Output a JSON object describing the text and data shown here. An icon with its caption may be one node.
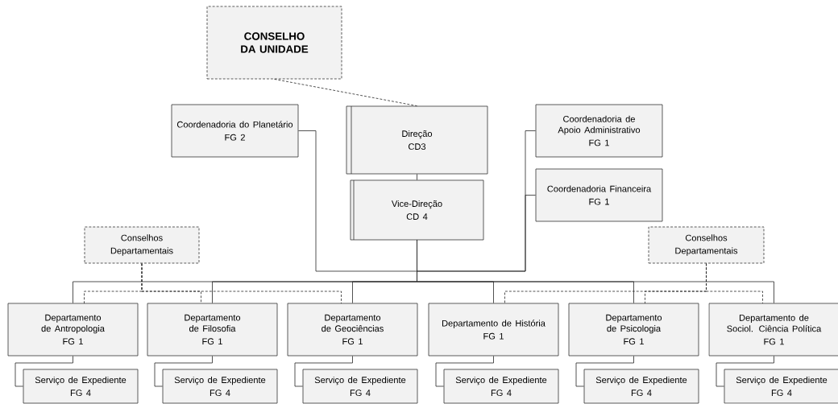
{
  "diagram": {
    "nodes": [
      {
        "text": [
          "CONSELHO DA UNIDADE"
        ]
      },
      {
        "text": [
          "Coordenadoria do Planetário",
          "FG 2"
        ]
      },
      {
        "text": [
          "Direção",
          "CD3"
        ]
      },
      {
        "text": [
          "Vice-Direção",
          "CD 4"
        ]
      },
      {
        "text": [
          "Coordenadoria de Apoio Administrativo",
          "FG 1"
        ]
      },
      {
        "text": [
          "Coordenadoria Financeira",
          "FG 1"
        ]
      },
      {
        "text": [
          "Conselhos Departamentais"
        ]
      },
      {
        "text": [
          "Conselhos Departamentais"
        ]
      },
      {
        "text": [
          "Departamento de Antropologia",
          "FG 1"
        ]
      },
      {
        "text": [
          "Departamento de Filosofia",
          "FG 1"
        ]
      },
      {
        "text": [
          "Departamento de Geociências",
          "FG 1"
        ]
      },
      {
        "text": [
          "Departamento de História",
          "FG 1"
        ]
      },
      {
        "text": [
          "Departamento de Psicologia",
          "FG 1"
        ]
      },
      {
        "text": [
          "Departamento de Sociol. Ciência Política",
          "FG 1"
        ]
      },
      {
        "text": [
          "Serviço de Expediente",
          "FG 4"
        ]
      },
      {
        "text": [
          "Serviço de Expediente",
          "FG 4"
        ]
      },
      {
        "text": [
          "Serviço de Expediente",
          "FG 4"
        ]
      },
      {
        "text": [
          "Serviço de Expediente",
          "FG 4"
        ]
      },
      {
        "text": [
          "Serviço de Expediente",
          "FG 4"
        ]
      },
      {
        "text": [
          "Serviço de Expediente",
          "FG 4"
        ]
      }
    ],
    "edges": [
      {
        "from": 0,
        "to": 2,
        "arrow": "none",
        "style": "dashed"
      },
      {
        "from": 2,
        "to": 3,
        "arrow": "none"
      },
      {
        "from": 3,
        "to": 1,
        "arrow": "none"
      },
      {
        "from": 3,
        "to": 4,
        "arrow": "none"
      },
      {
        "from": 3,
        "to": 5,
        "arrow": "none"
      },
      {
        "from": 3,
        "to": 8,
        "arrow": "none"
      },
      {
        "from": 3,
        "to": 9,
        "arrow": "none"
      },
      {
        "from": 3,
        "to": 10,
        "arrow": "none"
      },
      {
        "from": 3,
        "to": 11,
        "arrow": "none"
      },
      {
        "from": 3,
        "to": 12,
        "arrow": "none"
      },
      {
        "from": 3,
        "to": 13,
        "arrow": "none"
      },
      {
        "from": 6,
        "to": 8,
        "arrow": "none",
        "style": "dashed"
      },
      {
        "from": 6,
        "to": 9,
        "arrow": "none",
        "style": "dashed"
      },
      {
        "from": 6,
        "to": 10,
        "arrow": "none",
        "style": "dashed"
      },
      {
        "from": 7,
        "to": 11,
        "arrow": "none",
        "style": "dashed"
      },
      {
        "from": 7,
        "to": 12,
        "arrow": "none",
        "style": "dashed"
      },
      {
        "from": 7,
        "to": 13,
        "arrow": "none",
        "style": "dashed"
      },
      {
        "from": 8,
        "to": 14,
        "arrow": "none"
      },
      {
        "from": 9,
        "to": 15,
        "arrow": "none"
      },
      {
        "from": 10,
        "to": 16,
        "arrow": "none"
      },
      {
        "from": 11,
        "to": 17,
        "arrow": "none"
      },
      {
        "from": 12,
        "to": 18,
        "arrow": "none"
      },
      {
        "from": 13,
        "to": 19,
        "arrow": "none"
      }
    ]
  }
}
